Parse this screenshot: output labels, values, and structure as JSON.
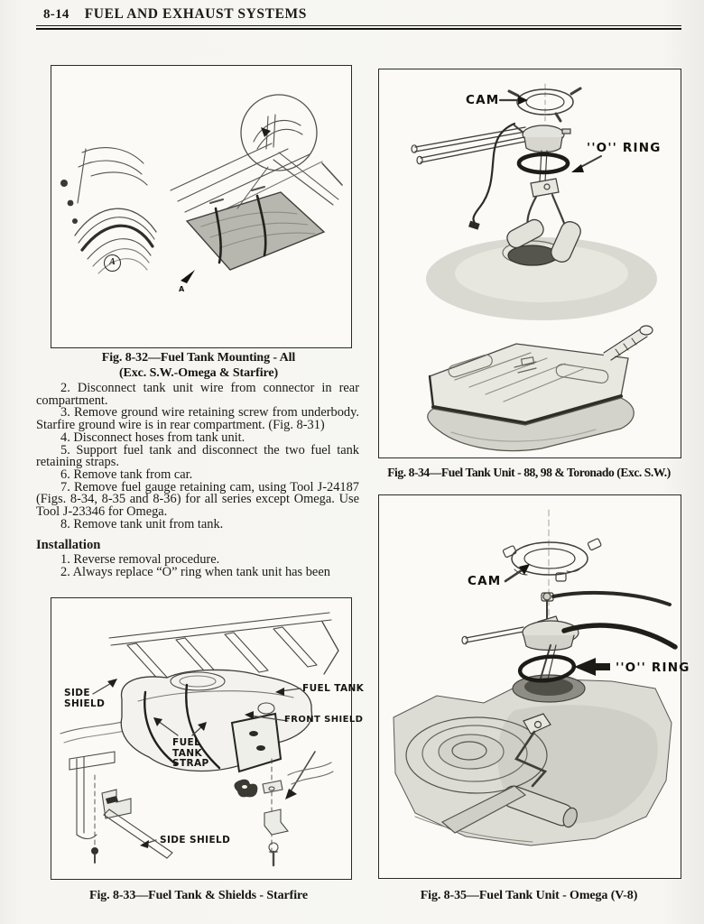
{
  "header": {
    "page_number": "8-14",
    "section_title": "FUEL AND EXHAUST SYSTEMS"
  },
  "procedure": {
    "removal_steps": [
      "2. Disconnect tank unit wire from connector in rear compartment.",
      "3. Remove ground wire retaining screw from underbody. Starfire ground wire is in rear compartment. (Fig. 8-31)",
      "4. Disconnect hoses from tank unit.",
      "5. Support fuel tank and disconnect the two fuel tank retaining straps.",
      "6. Remove tank from car.",
      "7. Remove fuel gauge retaining cam, using Tool J-24187 (Figs. 8-34, 8-35 and 8-36) for all series except Omega. Use Tool J-23346 for Omega.",
      "8. Remove tank unit from tank."
    ],
    "installation_heading": "Installation",
    "installation_steps": [
      "1. Reverse removal procedure.",
      "2. Always replace “O” ring when tank unit has been"
    ]
  },
  "figures": {
    "fig32": {
      "caption_line1": "Fig. 8-32—Fuel Tank Mounting - All",
      "caption_line2": "(Exc. S.W.-Omega & Starfire)",
      "labels": {
        "detail": "A",
        "arrow": "A"
      }
    },
    "fig33": {
      "caption": "Fig. 8-33—Fuel Tank & Shields - Starfire",
      "labels": {
        "side_shield_top": "SIDE SHIELD",
        "fuel_tank": "FUEL TANK",
        "front_shield": "FRONT SHIELD",
        "fuel_tank_strap": "FUEL TANK STRAP",
        "side_shield_bottom": "SIDE SHIELD"
      }
    },
    "fig34": {
      "caption": "Fig. 8-34—Fuel Tank Unit - 88, 98 & Toronado (Exc. S.W.)",
      "labels": {
        "cam": "CAM",
        "o_ring": "''O'' RING"
      }
    },
    "fig35": {
      "caption": "Fig. 8-35—Fuel Tank Unit - Omega (V-8)",
      "labels": {
        "cam": "CAM",
        "o_ring": "''O''  RING"
      }
    }
  }
}
